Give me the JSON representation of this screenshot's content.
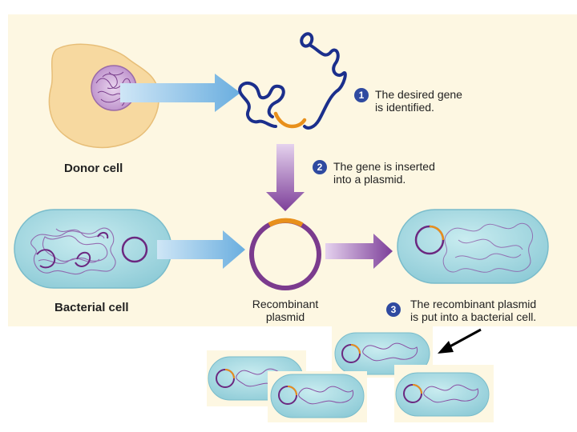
{
  "labels": {
    "donor_cell": "Donor cell",
    "bacterial_cell": "Bacterial cell",
    "recombinant_line1": "Recombinant",
    "recombinant_line2": "plasmid"
  },
  "steps": [
    {
      "number": "1",
      "line1": "The desired gene",
      "line2": "is identified."
    },
    {
      "number": "2",
      "line1": "The gene is inserted",
      "line2": "into a plasmid."
    },
    {
      "number": "3",
      "line1": "The recombinant plasmid",
      "line2": "is put into a bacterial cell."
    }
  ],
  "colors": {
    "background_panel": "#fdf7e2",
    "donor_cell": "#f7d9a0",
    "nucleus": "#d7b2de",
    "bacterial_cell": "#a9dbe2",
    "plasmid": "#7b3b8e",
    "gene": "#e8901b",
    "dna": "#1b2f8c",
    "arrow_blue": "#7fb7e0",
    "arrow_purple": "#8a4fa3",
    "badge": "#2f4aa0"
  }
}
